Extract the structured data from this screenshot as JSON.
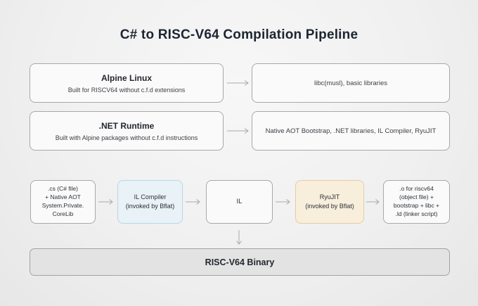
{
  "title": "C# to RISC-V64 Compilation Pipeline",
  "colors": {
    "background": "#efefef",
    "box_fill": "#fafafa",
    "box_border": "#a8a8a8",
    "blue_fill": "#e9f2f7",
    "blue_border": "#b7d7e6",
    "tan_fill": "#f8eedc",
    "tan_border": "#e3cda5",
    "arrow": "#a9a9a9",
    "title_text": "#1d2531",
    "output_fill": "#e3e3e3"
  },
  "rows": [
    {
      "source": {
        "title": "Alpine Linux",
        "subtitle": "Built for RISCV64 without c.f.d extensions"
      },
      "result": "libc(musl), basic libraries"
    },
    {
      "source": {
        "title": ".NET Runtime",
        "subtitle": "Built with Alpine packages without c.f.d instructions"
      },
      "result": "Native AOT Bootstrap, .NET libraries, IL Compiler, RyuJIT"
    }
  ],
  "pipeline": [
    {
      "lines": [
        ".cs (C# file)",
        "+ Native AOT",
        "System.Private.",
        "CoreLib"
      ],
      "variant": "plain"
    },
    {
      "lines": [
        "IL Compiler",
        "(invoked by Bflat)"
      ],
      "variant": "blue"
    },
    {
      "lines": [
        "IL"
      ],
      "variant": "plain"
    },
    {
      "lines": [
        "RyuJIT",
        "(invoked by Bflat)"
      ],
      "variant": "tan"
    },
    {
      "lines": [
        ".o for riscv64",
        "(object file) +",
        "bootstrap + libc +",
        ".ld (linker script)"
      ],
      "variant": "plain"
    }
  ],
  "output": {
    "label": "RISC-V64 Binary"
  }
}
